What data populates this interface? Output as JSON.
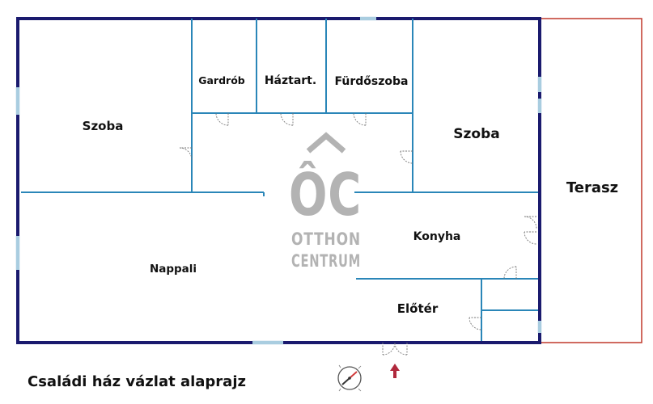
{
  "rooms": {
    "szoba_left": "Szoba",
    "gardrob": "Gardrób",
    "haztart": "Háztart.",
    "furdoszoba": "Fürdőszoba",
    "szoba_right": "Szoba",
    "terasz": "Terasz",
    "konyha": "Konyha",
    "nappali": "Nappali",
    "eloter": "Előtér"
  },
  "watermark": {
    "logo_letters": "ÔC",
    "line1": "OTTHON",
    "line2": "CENTRUM"
  },
  "caption": "Családi ház vázlat alaprajz",
  "colors": {
    "outer_wall": "#1a1a6e",
    "inner_wall": "#2a86b8",
    "window": "#a9cde0",
    "terrace": "#c0392b",
    "watermark": "#b3b3b3",
    "entrance_arrow": "#b0283c"
  }
}
